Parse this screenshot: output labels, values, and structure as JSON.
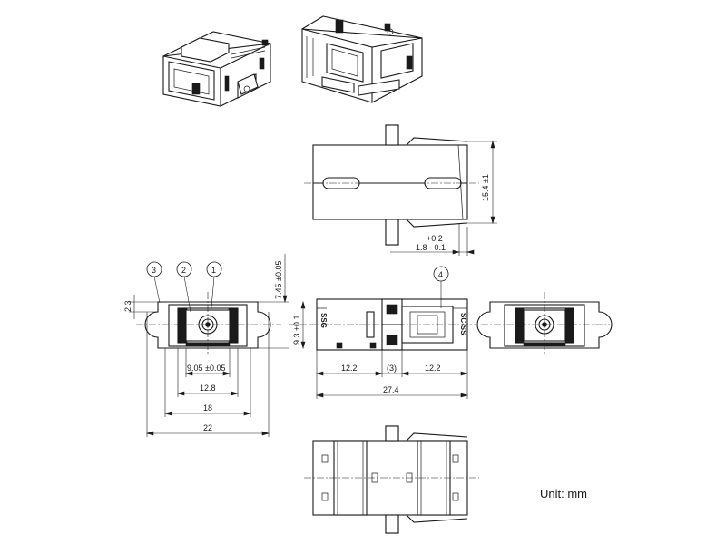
{
  "unit_label": "Unit: mm",
  "dimensions": {
    "top_height": "15.4 ±1",
    "top_offset_plus": "+0.2",
    "top_offset_main": "1.8  - 0.1",
    "front_top": "2.3",
    "front_height": "7.45 ±0.05",
    "front_inner": "9.3 ±0.1",
    "front_w1": "9.05 ±0.05",
    "front_w2": "12.8",
    "front_w3": "18",
    "front_w4": "22",
    "side_left": "12.2",
    "side_mid": "(3)",
    "side_right": "12.2",
    "side_total": "27.4"
  },
  "callouts": {
    "c1": "1",
    "c2": "2",
    "c3": "3",
    "c4": "4"
  },
  "marking": {
    "side_left": "SSG",
    "side_right": "SC-SS"
  },
  "colors": {
    "line": "#1a1a1a",
    "background": "#ffffff"
  }
}
